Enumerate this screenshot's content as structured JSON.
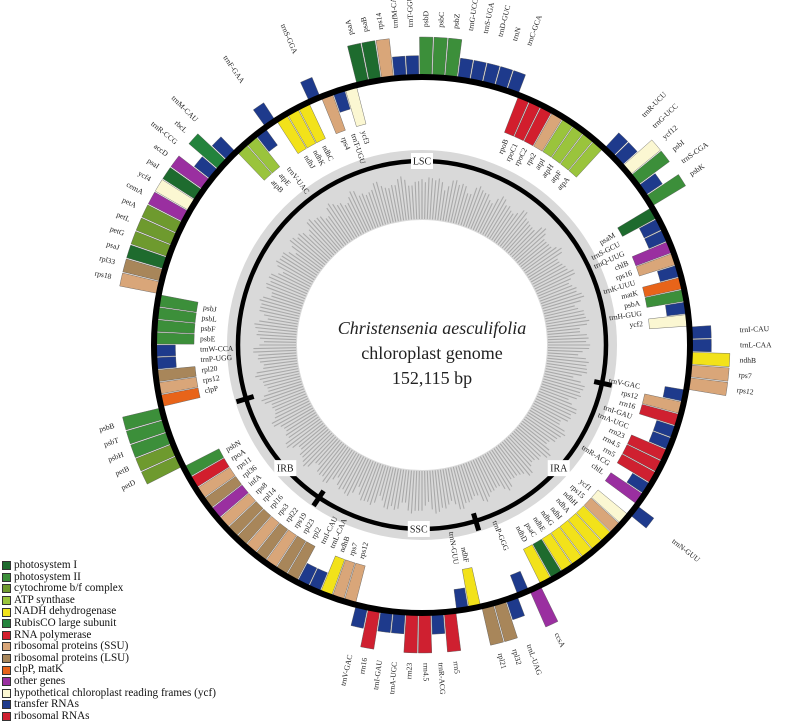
{
  "title": {
    "species": "Christensenia aesculifolia",
    "subtitle": "chloroplast genome",
    "length": "152,115 bp"
  },
  "regions": {
    "lsc": "LSC",
    "ira": "IRA",
    "ssc": "SSC",
    "irb": "IRB"
  },
  "legend": [
    {
      "label": "photosystem I",
      "color": "#1e6b2e"
    },
    {
      "label": "photosystem II",
      "color": "#3c8f3a"
    },
    {
      "label": "cytochrome b/f complex",
      "color": "#6e9a2e"
    },
    {
      "label": "ATP synthase",
      "color": "#9ac43c"
    },
    {
      "label": "NADH dehydrogenase",
      "color": "#f2e21a"
    },
    {
      "label": "RubisCO large subunit",
      "color": "#23833c"
    },
    {
      "label": "RNA polymerase",
      "color": "#d21e2d"
    },
    {
      "label": "ribosomal proteins (SSU)",
      "color": "#d9a679"
    },
    {
      "label": "ribosomal proteins (LSU)",
      "color": "#a8865a"
    },
    {
      "label": "clpP, matK",
      "color": "#e8641a"
    },
    {
      "label": "other genes",
      "color": "#9a2fa0"
    },
    {
      "label": "hypothetical chloroplast reading frames (ycf)",
      "color": "#fbf7d2"
    },
    {
      "label": "transfer RNAs",
      "color": "#1e3a8c"
    },
    {
      "label": "ribosomal RNAs",
      "color": "#cf2030"
    }
  ],
  "outer_genes": [
    {
      "name": "psaA",
      "side": "out",
      "color": "#1e6b2e"
    },
    {
      "name": "psaB",
      "side": "out",
      "color": "#1e6b2e"
    },
    {
      "name": "rps14",
      "side": "out",
      "color": "#d9a679"
    },
    {
      "name": "trnfM-CAU",
      "side": "out",
      "color": "#1e3a8c"
    },
    {
      "name": "trnT-GGU",
      "side": "out",
      "color": "#1e3a8c"
    },
    {
      "name": "psbD",
      "side": "out",
      "color": "#3c8f3a"
    },
    {
      "name": "psbC",
      "side": "out",
      "color": "#3c8f3a"
    },
    {
      "name": "psbZ",
      "side": "out",
      "color": "#3c8f3a"
    },
    {
      "name": "trnG-UCC",
      "side": "out",
      "color": "#1e3a8c"
    },
    {
      "name": "trnS-UGA",
      "side": "out",
      "color": "#1e3a8c"
    },
    {
      "name": "trnD-GUC",
      "side": "out",
      "color": "#1e3a8c"
    },
    {
      "name": "trnN",
      "side": "out",
      "color": "#1e3a8c"
    },
    {
      "name": "trnC-GCA",
      "side": "out",
      "color": "#1e3a8c"
    },
    {
      "name": "rpoB",
      "side": "in",
      "color": "#d21e2d"
    },
    {
      "name": "rpoC1",
      "side": "in",
      "color": "#d21e2d"
    },
    {
      "name": "rpoC2",
      "side": "in",
      "color": "#d21e2d"
    },
    {
      "name": "rps2",
      "side": "in",
      "color": "#d9a679"
    },
    {
      "name": "atpI",
      "side": "in",
      "color": "#9ac43c"
    },
    {
      "name": "atpH",
      "side": "in",
      "color": "#9ac43c"
    },
    {
      "name": "atpF",
      "side": "in",
      "color": "#9ac43c"
    },
    {
      "name": "atpA",
      "side": "in",
      "color": "#9ac43c"
    },
    {
      "name": "trnR-UCU",
      "side": "out",
      "color": "#1e3a8c"
    },
    {
      "name": "trnG-UCC",
      "side": "out",
      "color": "#1e3a8c"
    },
    {
      "name": "ycf12",
      "side": "out",
      "color": "#fbf7d2"
    },
    {
      "name": "psbI",
      "side": "out",
      "color": "#3c8f3a"
    },
    {
      "name": "trnS-CGA",
      "side": "out",
      "color": "#1e3a8c"
    },
    {
      "name": "psbK",
      "side": "out",
      "color": "#3c8f3a"
    },
    {
      "name": "psaM",
      "side": "in",
      "color": "#1e6b2e"
    },
    {
      "name": "trnS-GCU",
      "side": "in",
      "color": "#1e3a8c"
    },
    {
      "name": "trnQ-UUG",
      "side": "in",
      "color": "#1e3a8c"
    },
    {
      "name": "chlB",
      "side": "in",
      "color": "#9a2fa0"
    },
    {
      "name": "rps16",
      "side": "in",
      "color": "#d9a679"
    },
    {
      "name": "trnK-UUU",
      "side": "in",
      "color": "#1e3a8c"
    },
    {
      "name": "matK",
      "side": "in",
      "color": "#e8641a"
    },
    {
      "name": "psbA",
      "side": "in",
      "color": "#3c8f3a"
    },
    {
      "name": "trnH-GUG",
      "side": "in",
      "color": "#1e3a8c"
    },
    {
      "name": "ycf2",
      "side": "in",
      "color": "#fbf7d2"
    },
    {
      "name": "trnI-CAU",
      "side": "out",
      "color": "#1e3a8c"
    },
    {
      "name": "trnL-CAA",
      "side": "out",
      "color": "#1e3a8c"
    },
    {
      "name": "ndhB",
      "side": "out",
      "color": "#f2e21a"
    },
    {
      "name": "rps7",
      "side": "out",
      "color": "#d9a679"
    },
    {
      "name": "rps12",
      "side": "out",
      "color": "#d9a679"
    },
    {
      "name": "trnV-GAC",
      "side": "in",
      "color": "#1e3a8c"
    },
    {
      "name": "rps12",
      "side": "in",
      "color": "#d9a679"
    },
    {
      "name": "rrn16",
      "side": "in",
      "color": "#cf2030"
    },
    {
      "name": "trnI-GAU",
      "side": "in",
      "color": "#1e3a8c"
    },
    {
      "name": "trnA-UGC",
      "side": "in",
      "color": "#1e3a8c"
    },
    {
      "name": "rrn23",
      "side": "in",
      "color": "#cf2030"
    },
    {
      "name": "rrn4.5",
      "side": "in",
      "color": "#cf2030"
    },
    {
      "name": "rrn5",
      "side": "in",
      "color": "#cf2030"
    },
    {
      "name": "trnR-ACG",
      "side": "in",
      "color": "#1e3a8c"
    },
    {
      "name": "chlL",
      "side": "in",
      "color": "#9a2fa0"
    },
    {
      "name": "trnN-GUU",
      "side": "out",
      "color": "#1e3a8c"
    },
    {
      "name": "ycf1",
      "side": "in",
      "color": "#fbf7d2"
    },
    {
      "name": "rps15",
      "side": "in",
      "color": "#d9a679"
    },
    {
      "name": "ndhH",
      "side": "in",
      "color": "#f2e21a"
    },
    {
      "name": "ndhA",
      "side": "in",
      "color": "#f2e21a"
    },
    {
      "name": "ndhI",
      "side": "in",
      "color": "#f2e21a"
    },
    {
      "name": "ndhG",
      "side": "in",
      "color": "#f2e21a"
    },
    {
      "name": "ndhE",
      "side": "in",
      "color": "#f2e21a"
    },
    {
      "name": "psaC",
      "side": "in",
      "color": "#1e6b2e"
    },
    {
      "name": "ndhD",
      "side": "in",
      "color": "#f2e21a"
    },
    {
      "name": "ccsA",
      "side": "out",
      "color": "#9a2fa0"
    },
    {
      "name": "trnP-GGG",
      "side": "in",
      "color": "#1e3a8c"
    },
    {
      "name": "trnL-UAG",
      "side": "out",
      "color": "#1e3a8c"
    },
    {
      "name": "rpl32",
      "side": "out",
      "color": "#a8865a"
    },
    {
      "name": "rpl21",
      "side": "out",
      "color": "#a8865a"
    },
    {
      "name": "ndhF",
      "side": "in",
      "color": "#f2e21a"
    },
    {
      "name": "trnN-GUU",
      "side": "in",
      "color": "#1e3a8c"
    },
    {
      "name": "rrn5",
      "side": "out",
      "color": "#cf2030"
    },
    {
      "name": "trnR-ACG",
      "side": "out",
      "color": "#1e3a8c"
    },
    {
      "name": "rrn4.5",
      "side": "out",
      "color": "#cf2030"
    },
    {
      "name": "rrn23",
      "side": "out",
      "color": "#cf2030"
    },
    {
      "name": "trnA-UGC",
      "side": "out",
      "color": "#1e3a8c"
    },
    {
      "name": "trnI-GAU",
      "side": "out",
      "color": "#1e3a8c"
    },
    {
      "name": "rrn16",
      "side": "out",
      "color": "#cf2030"
    },
    {
      "name": "trnV-GAC",
      "side": "out",
      "color": "#1e3a8c"
    },
    {
      "name": "rps12",
      "side": "in",
      "color": "#d9a679"
    },
    {
      "name": "rps7",
      "side": "in",
      "color": "#d9a679"
    },
    {
      "name": "ndhB",
      "side": "in",
      "color": "#f2e21a"
    },
    {
      "name": "trnL-CAA",
      "side": "in",
      "color": "#1e3a8c"
    },
    {
      "name": "trnI-CAU",
      "side": "in",
      "color": "#1e3a8c"
    },
    {
      "name": "rpl2",
      "side": "in",
      "color": "#a8865a"
    },
    {
      "name": "rpl23",
      "side": "in",
      "color": "#a8865a"
    },
    {
      "name": "rps19",
      "side": "in",
      "color": "#d9a679"
    },
    {
      "name": "rpl22",
      "side": "in",
      "color": "#a8865a"
    },
    {
      "name": "rps3",
      "side": "in",
      "color": "#d9a679"
    },
    {
      "name": "rpl16",
      "side": "in",
      "color": "#a8865a"
    },
    {
      "name": "rpl14",
      "side": "in",
      "color": "#a8865a"
    },
    {
      "name": "rps8",
      "side": "in",
      "color": "#d9a679"
    },
    {
      "name": "infA",
      "side": "in",
      "color": "#9a2fa0"
    },
    {
      "name": "rpl36",
      "side": "in",
      "color": "#a8865a"
    },
    {
      "name": "rps11",
      "side": "in",
      "color": "#d9a679"
    },
    {
      "name": "rpoA",
      "side": "in",
      "color": "#d21e2d"
    },
    {
      "name": "psbN",
      "side": "in",
      "color": "#3c8f3a"
    },
    {
      "name": "petD",
      "side": "out",
      "color": "#6e9a2e"
    },
    {
      "name": "petB",
      "side": "out",
      "color": "#6e9a2e"
    },
    {
      "name": "psbH",
      "side": "out",
      "color": "#3c8f3a"
    },
    {
      "name": "psbT",
      "side": "out",
      "color": "#3c8f3a"
    },
    {
      "name": "psbB",
      "side": "out",
      "color": "#3c8f3a"
    },
    {
      "name": "clpP",
      "side": "in",
      "color": "#e8641a"
    },
    {
      "name": "rps12",
      "side": "in",
      "color": "#d9a679"
    },
    {
      "name": "rpl20",
      "side": "in",
      "color": "#a8865a"
    },
    {
      "name": "trnP-UGG",
      "side": "in",
      "color": "#1e3a8c"
    },
    {
      "name": "trnW-CCA",
      "side": "in",
      "color": "#1e3a8c"
    },
    {
      "name": "psbE",
      "side": "in",
      "color": "#3c8f3a"
    },
    {
      "name": "psbF",
      "side": "in",
      "color": "#3c8f3a"
    },
    {
      "name": "psbL",
      "side": "in",
      "color": "#3c8f3a"
    },
    {
      "name": "psbJ",
      "side": "in",
      "color": "#3c8f3a"
    },
    {
      "name": "rps18",
      "side": "out",
      "color": "#d9a679"
    },
    {
      "name": "rpl33",
      "side": "out",
      "color": "#a8865a"
    },
    {
      "name": "psaJ",
      "side": "out",
      "color": "#1e6b2e"
    },
    {
      "name": "petG",
      "side": "out",
      "color": "#6e9a2e"
    },
    {
      "name": "petL",
      "side": "out",
      "color": "#6e9a2e"
    },
    {
      "name": "petA",
      "side": "out",
      "color": "#6e9a2e"
    },
    {
      "name": "cemA",
      "side": "out",
      "color": "#9a2fa0"
    },
    {
      "name": "ycf4",
      "side": "out",
      "color": "#fbf7d2"
    },
    {
      "name": "psaI",
      "side": "out",
      "color": "#1e6b2e"
    },
    {
      "name": "accD",
      "side": "out",
      "color": "#9a2fa0"
    },
    {
      "name": "trnR-CCG",
      "side": "out",
      "color": "#1e3a8c"
    },
    {
      "name": "rbcL",
      "side": "out",
      "color": "#23833c"
    },
    {
      "name": "trnM-CAU",
      "side": "out",
      "color": "#1e3a8c"
    },
    {
      "name": "atpB",
      "side": "in",
      "color": "#9ac43c"
    },
    {
      "name": "atpE",
      "side": "in",
      "color": "#9ac43c"
    },
    {
      "name": "trnV-UAC",
      "side": "in",
      "color": "#1e3a8c"
    },
    {
      "name": "trnF-GAA",
      "side": "out",
      "color": "#1e3a8c"
    },
    {
      "name": "ndhJ",
      "side": "in",
      "color": "#f2e21a"
    },
    {
      "name": "ndhK",
      "side": "in",
      "color": "#f2e21a"
    },
    {
      "name": "ndhC",
      "side": "in",
      "color": "#f2e21a"
    },
    {
      "name": "trnS-GGA",
      "side": "out",
      "color": "#1e3a8c"
    },
    {
      "name": "rps4",
      "side": "in",
      "color": "#d9a679"
    },
    {
      "name": "trnT-UGU",
      "side": "in",
      "color": "#1e3a8c"
    },
    {
      "name": "ycf3",
      "side": "in",
      "color": "#fbf7d2"
    }
  ]
}
